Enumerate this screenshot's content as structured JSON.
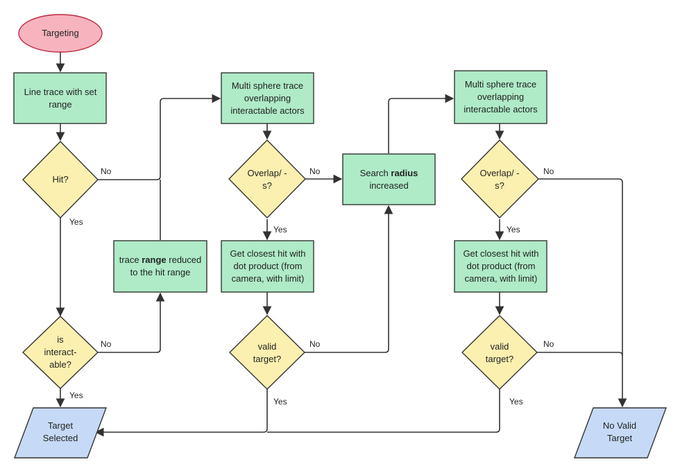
{
  "colors": {
    "start_fill": "#f7b4bf",
    "start_stroke": "#c0293f",
    "process_fill": "#aeebc6",
    "decision_fill": "#fbf0b0",
    "output_fill": "#c6daf7",
    "stroke": "#333333"
  },
  "nodes": {
    "start": "Targeting",
    "line_trace": "Line trace with set range",
    "hit": "Hit?",
    "is_interactable": "is interact-able?",
    "target_selected": "Target Selected",
    "trace_reduced_a": "trace ",
    "trace_reduced_bold": "range",
    "trace_reduced_b": " reduced to the hit range",
    "multi_sphere_1": "Multi sphere trace overlapping interactable actors",
    "overlaps_1": "Overlap/ -s?",
    "closest_hit_1": "Get closest hit with dot product (from camera, with limit)",
    "valid_target_1": "valid target?",
    "search_radius_a": "Search ",
    "search_radius_bold": "radius",
    "search_radius_b": " increased",
    "multi_sphere_2": "Multi sphere trace overlapping interactable actors",
    "overlaps_2": "Overlap/ -s?",
    "closest_hit_2": "Get closest hit with dot product (from camera, with limit)",
    "valid_target_2": "valid target?",
    "no_valid_target": "No Valid Target"
  },
  "edge_labels": {
    "hit_no": "No",
    "hit_yes": "Yes",
    "interactable_no": "No",
    "interactable_yes": "Yes",
    "overlaps1_no": "No",
    "overlaps1_yes": "Yes",
    "valid1_no": "No",
    "valid1_yes": "Yes",
    "overlaps2_no": "No",
    "overlaps2_yes": "Yes",
    "valid2_no": "No",
    "valid2_yes": "Yes"
  }
}
